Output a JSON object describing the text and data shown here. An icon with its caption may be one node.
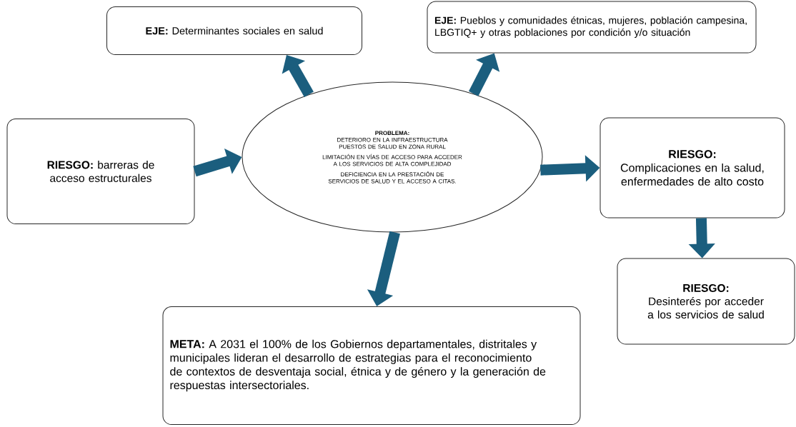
{
  "diagram": {
    "nodes": [
      {
        "text": [
          "**EJE:** Determinantes sociales en salud"
        ]
      },
      {
        "text": [
          "**EJE:** Pueblos y comunidades étnicas, mujeres, población campesina, LBGTIQ+ y otras poblaciones por condición y/o situación"
        ]
      },
      {
        "text": [
          "**RIESGO:** barreras de acceso estructurales"
        ]
      },
      {
        "text": [
          "PROBLEMA:",
          "DETERIORO EN LA INFRAESTRUCTURA PUESTOS DE SALUD EN ZONA RURAL",
          "LIMITACIÓN EN VÍAS DE ACCESO PARA ACCEDER A LOS SERVICIOS DE ALTA COMPLEJIDAD",
          "DEFICIENCIA EN LA PRESTACIÓN DE SERVICIOS DE SALUD Y EL ACCESO A CITAS."
        ]
      },
      {
        "text": [
          "RIESGO:",
          "Complicaciones en la salud, enfermedades de alto costo"
        ]
      },
      {
        "text": [
          "**META:** A 2031 el 100% de los Gobiernos departamentales, distritales y municipales lideran el desarrollo de estrategias para el reconocimiento de contextos de desventaja social, étnica y de género y la generación de respuestas intersectoriales."
        ]
      },
      {
        "text": [
          "RIESGO:",
          "Desinterés por acceder a los servicios de salud"
        ]
      }
    ],
    "edges": [
      {
        "from": 2,
        "to": 3,
        "arrow": "to"
      },
      {
        "from": 3,
        "to": 0,
        "arrow": "to"
      },
      {
        "from": 3,
        "to": 1,
        "arrow": "to"
      },
      {
        "from": 3,
        "to": 4,
        "arrow": "to"
      },
      {
        "from": 3,
        "to": 5,
        "arrow": "to"
      },
      {
        "from": 4,
        "to": 6,
        "arrow": "to"
      }
    ]
  }
}
